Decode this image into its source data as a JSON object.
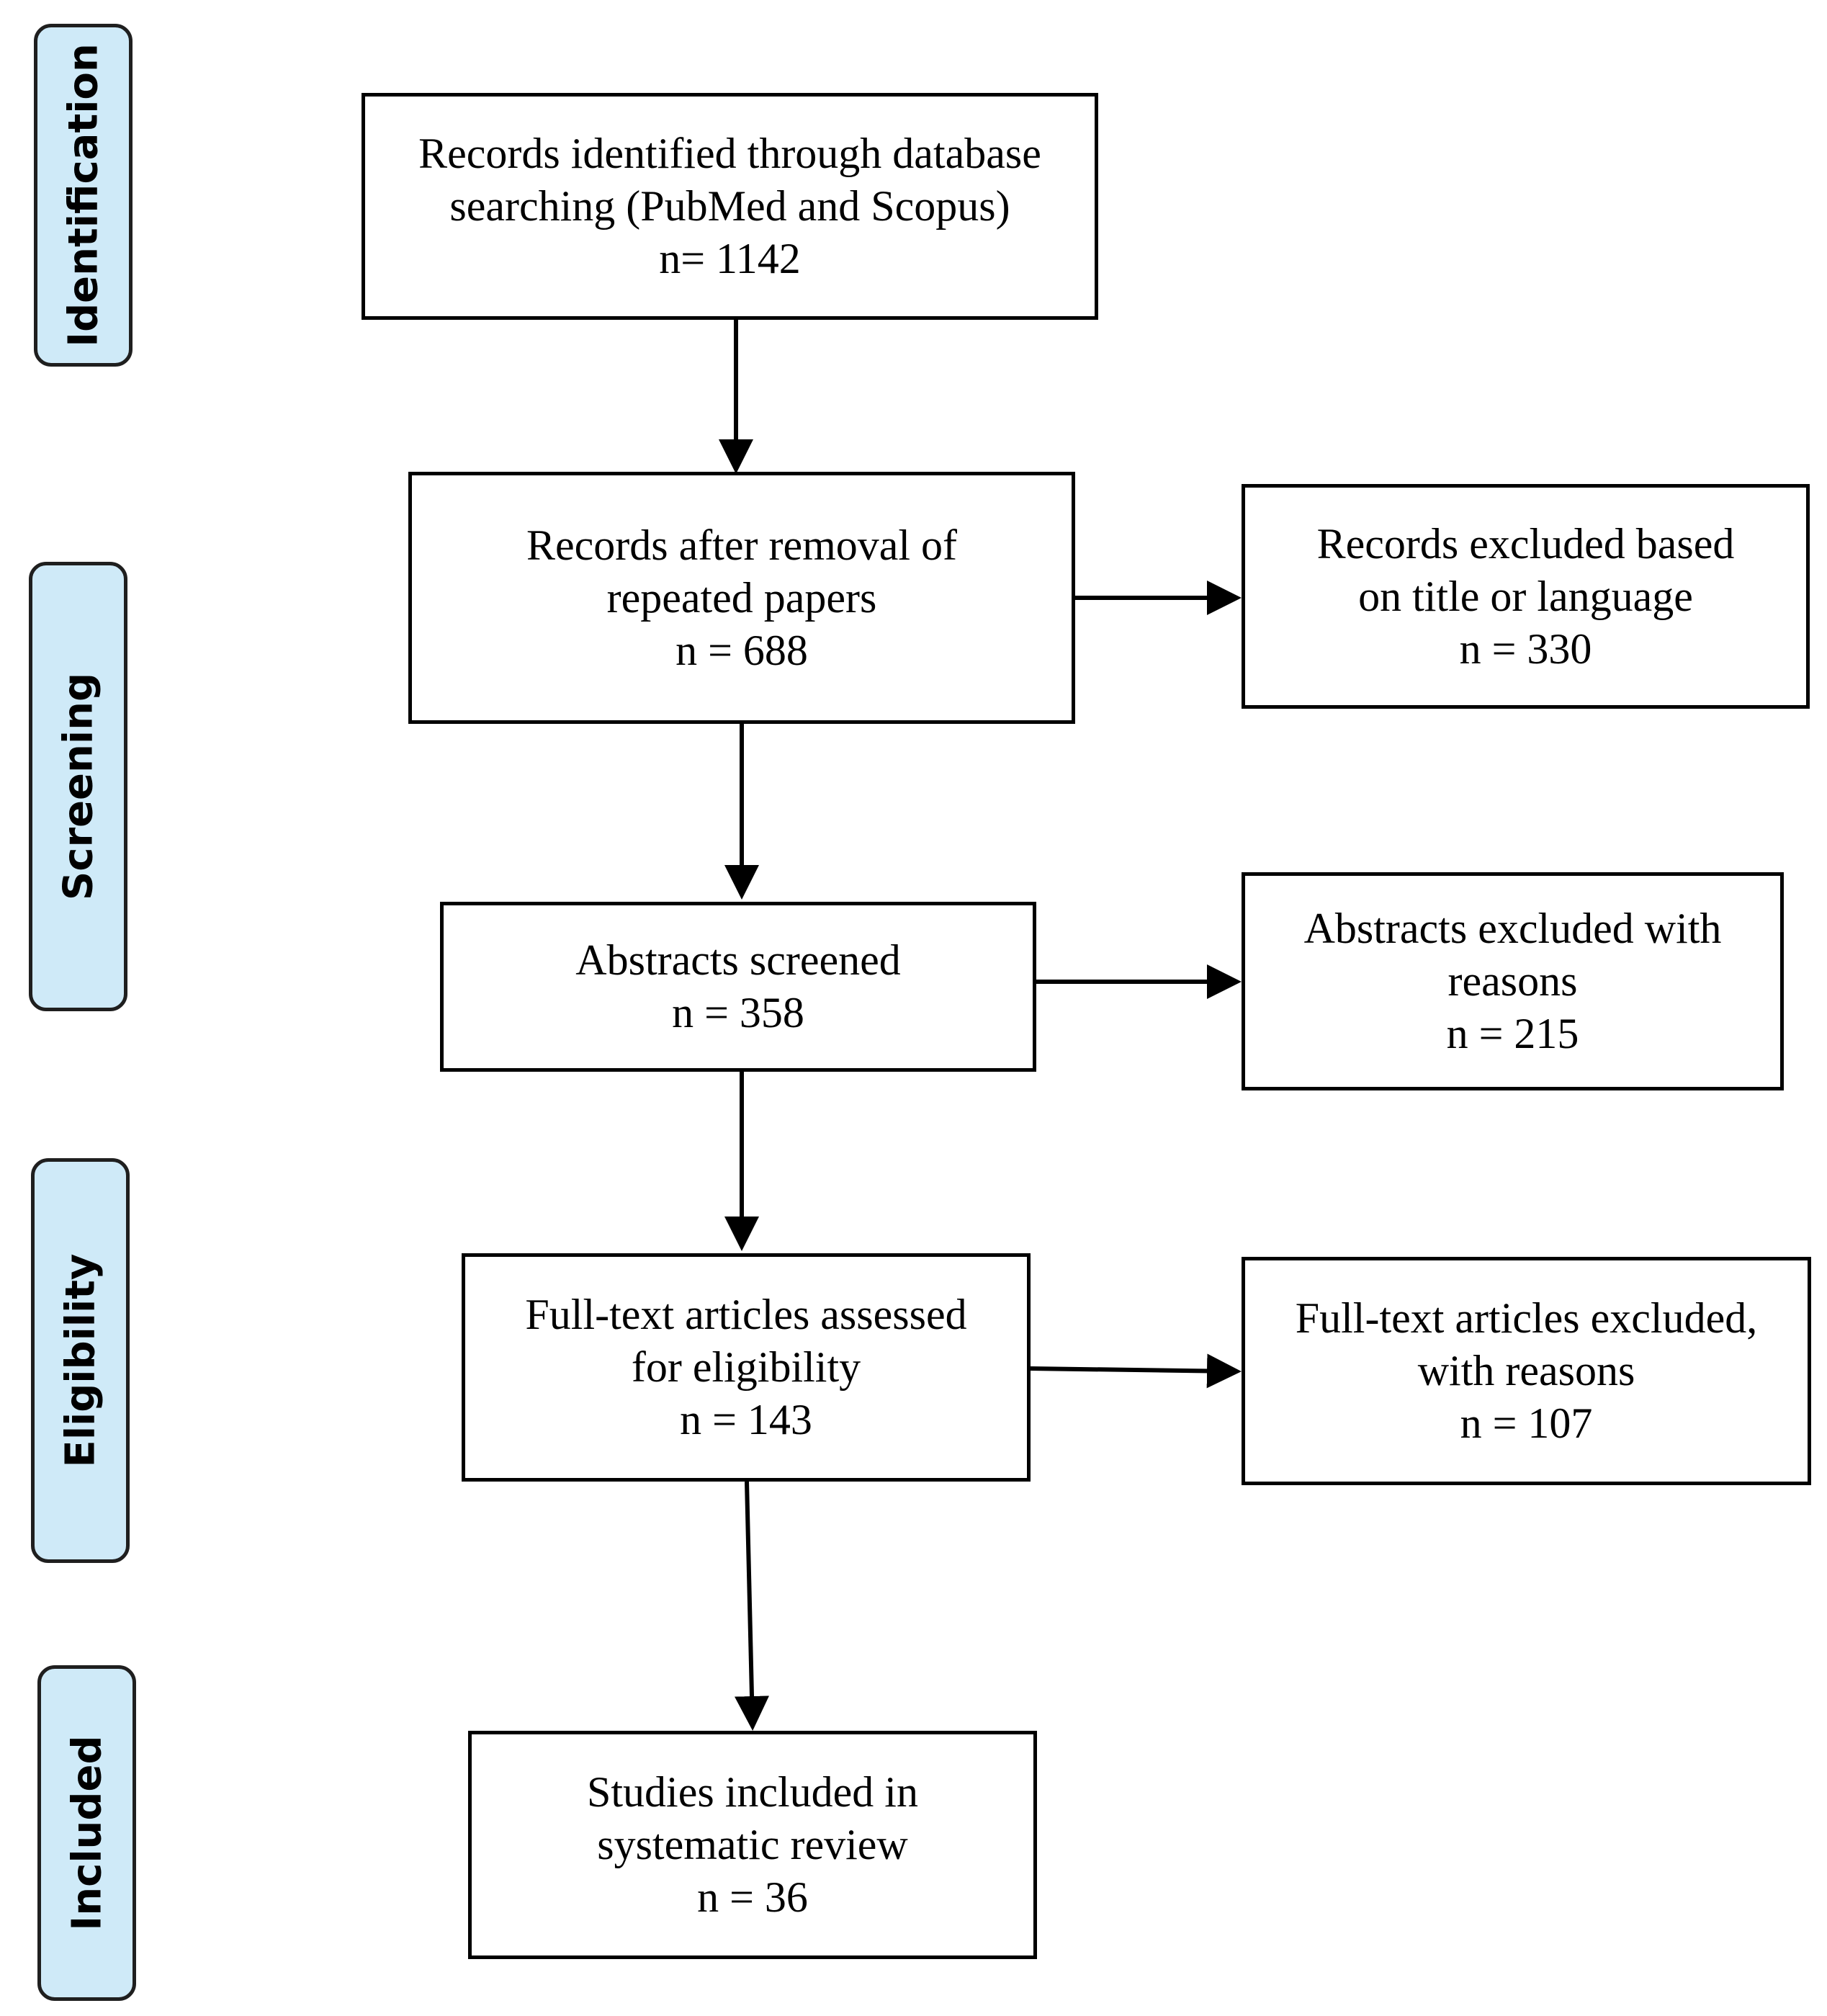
{
  "stages": [
    {
      "id": "identification",
      "label": "Identification"
    },
    {
      "id": "screening",
      "label": "Screening"
    },
    {
      "id": "eligibility",
      "label": "Eligibility"
    },
    {
      "id": "included",
      "label": "Included"
    }
  ],
  "boxes": {
    "identified": {
      "line1": "Records identified through database",
      "line2": "searching (PubMed and Scopus)",
      "count": "n= 1142"
    },
    "after_removal": {
      "line1": "Records after removal of",
      "line2": "repeated papers",
      "count": "n = 688"
    },
    "excluded_title": {
      "line1": "Records excluded based",
      "line2": "on title or language",
      "count": "n = 330"
    },
    "abstracts_screened": {
      "line1": "Abstracts screened",
      "count": "n = 358"
    },
    "abstracts_excluded": {
      "line1": "Abstracts excluded with",
      "line2": "reasons",
      "count": "n = 215"
    },
    "fulltext_assessed": {
      "line1": "Full-text articles assessed",
      "line2": "for eligibility",
      "count": "n = 143"
    },
    "fulltext_excluded": {
      "line1": "Full-text articles excluded,",
      "line2": "with reasons",
      "count": "n = 107"
    },
    "included": {
      "line1": "Studies included in",
      "line2": "systematic review",
      "count": "n = 36"
    }
  }
}
